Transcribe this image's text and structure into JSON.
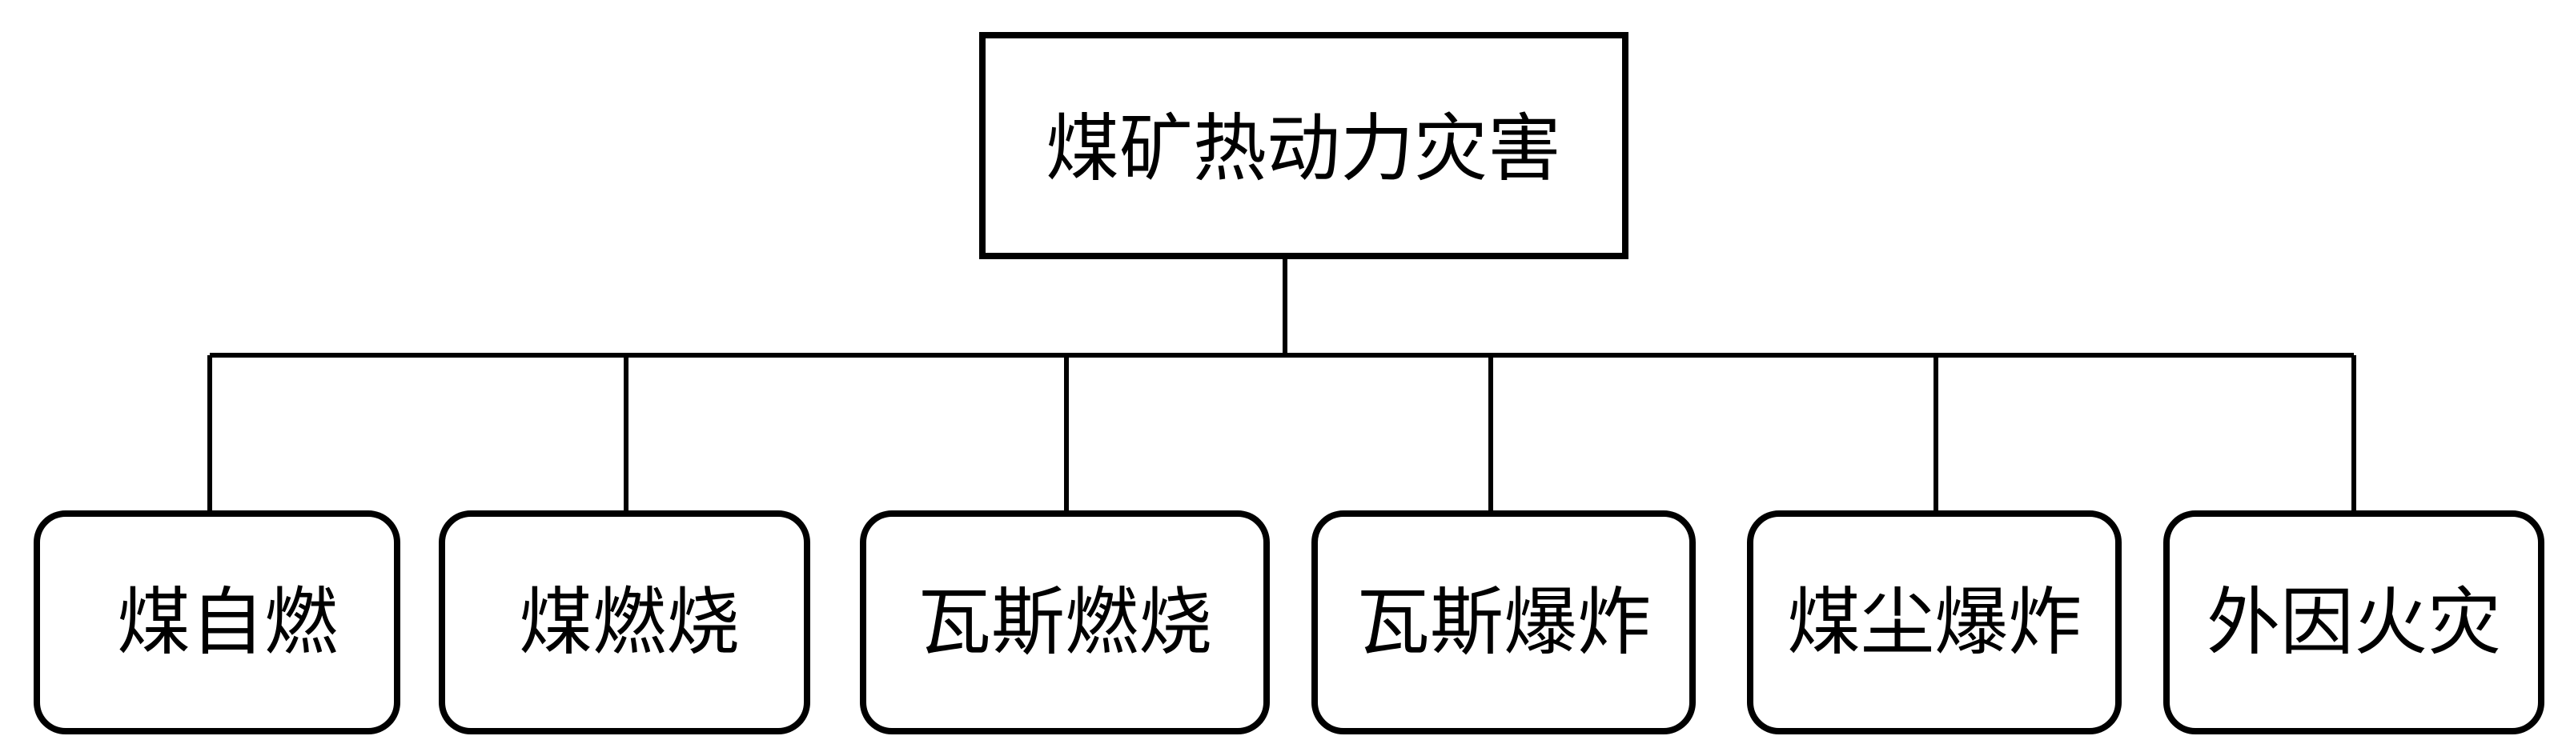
{
  "root": {
    "label": "煤矿热动力灾害"
  },
  "children": [
    {
      "label": "煤自燃"
    },
    {
      "label": "煤燃烧"
    },
    {
      "label": "瓦斯燃烧"
    },
    {
      "label": "瓦斯爆炸"
    },
    {
      "label": "煤尘爆炸"
    },
    {
      "label": "外因火灾"
    }
  ]
}
